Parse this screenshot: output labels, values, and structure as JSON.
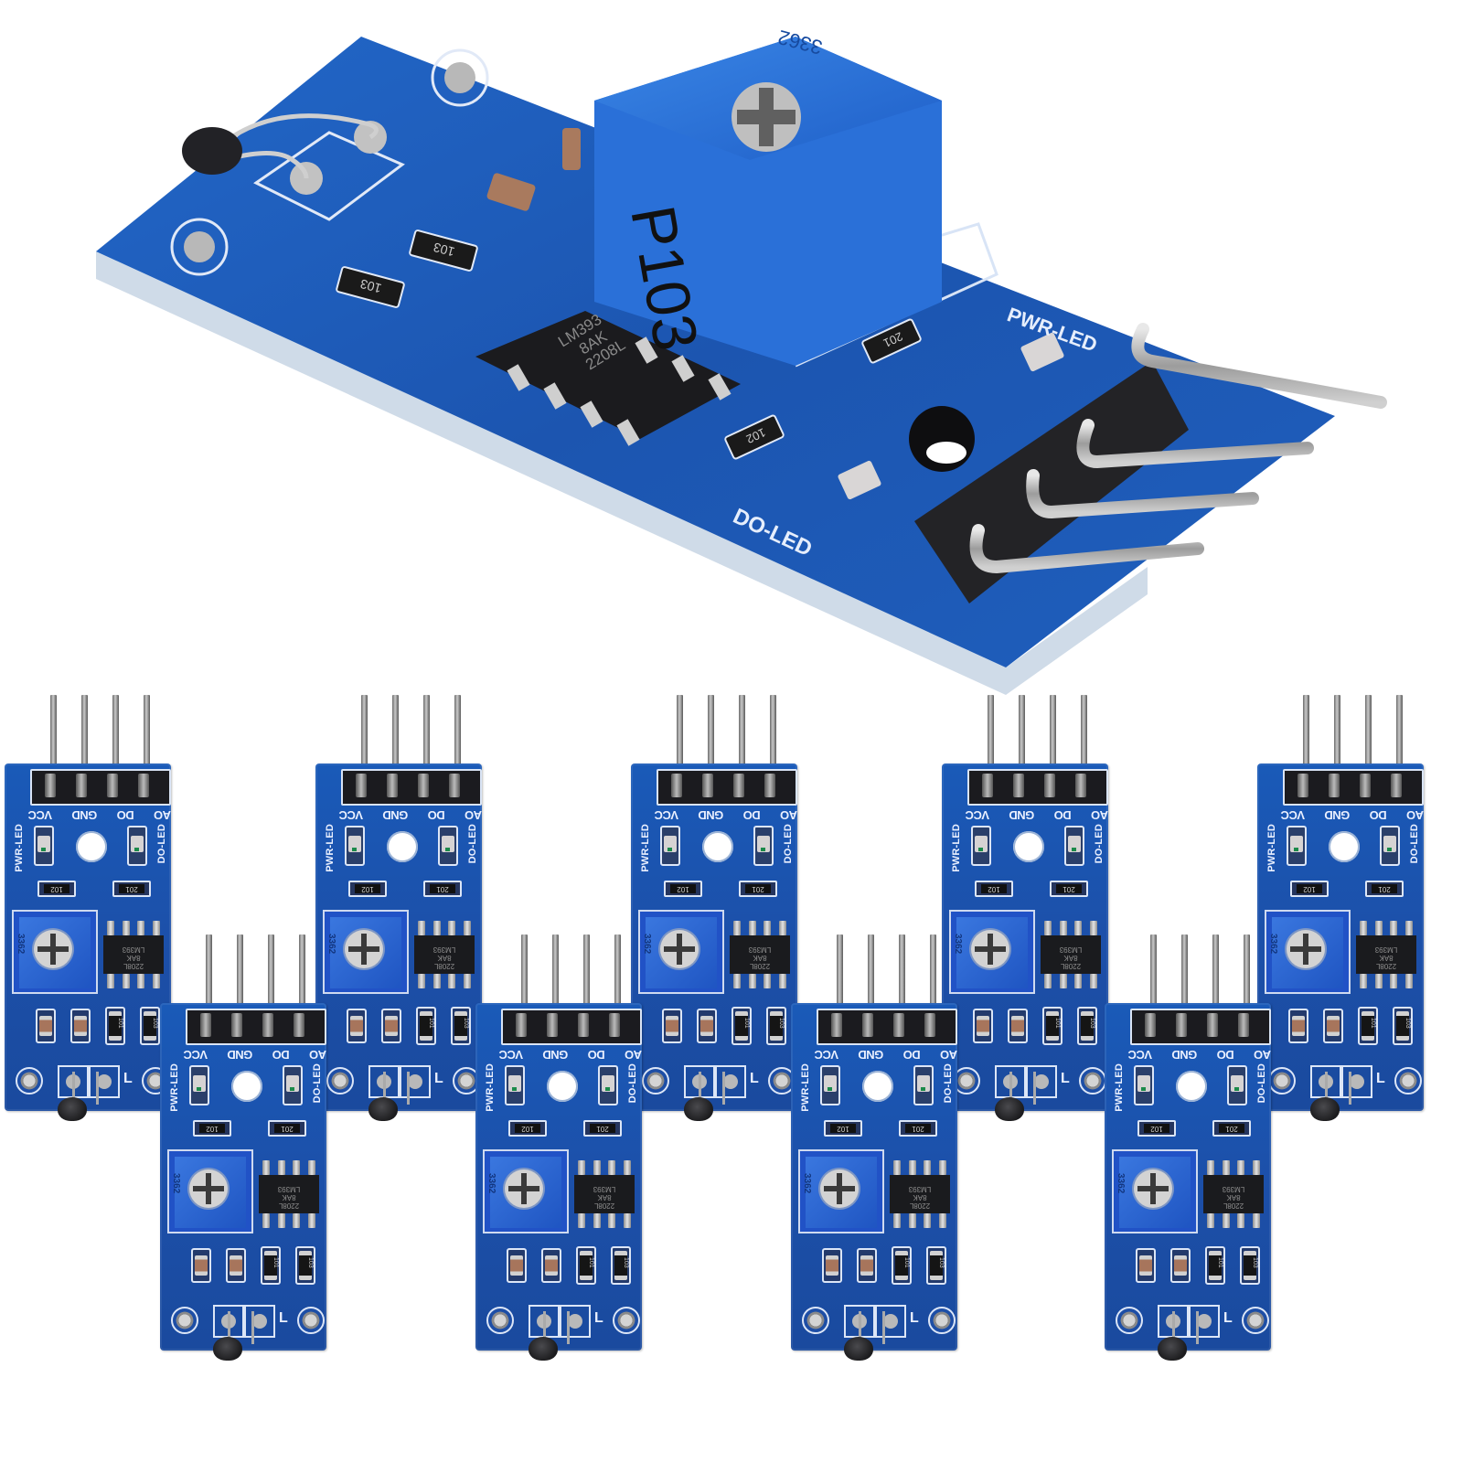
{
  "image": {
    "description": "Product photo of NTC thermistor temperature sensor modules (LM393 comparator) - one large angled board plus nine small boards",
    "background": "#ffffff",
    "board_color": "#1c4fa8"
  },
  "hero_board": {
    "potentiometer_top_marking": "3362",
    "potentiometer_side_marking": "P103",
    "ic_lines": [
      "LM393",
      "8AK",
      "2208L"
    ],
    "resistor_markings": [
      "103",
      "103",
      "201",
      "102"
    ],
    "led_labels": {
      "power": "PWR-LED",
      "digital_out": "DO-LED"
    },
    "header_pin_count": 4
  },
  "small_module": {
    "pin_labels": [
      "VCC",
      "GND",
      "DO",
      "AO"
    ],
    "side_labels": {
      "left": "PWR-LED",
      "right": "DO-LED"
    },
    "resistors_top": [
      "102",
      "201"
    ],
    "resistors_bottom": [
      "101",
      "103"
    ],
    "potentiometer_marking": "3362",
    "ic_lines": [
      "LM393",
      "8AK",
      "2208L"
    ],
    "sensor_label": "L"
  },
  "layout": {
    "top_row_count": 5,
    "bottom_row_count": 4,
    "total_small_modules": 9
  }
}
